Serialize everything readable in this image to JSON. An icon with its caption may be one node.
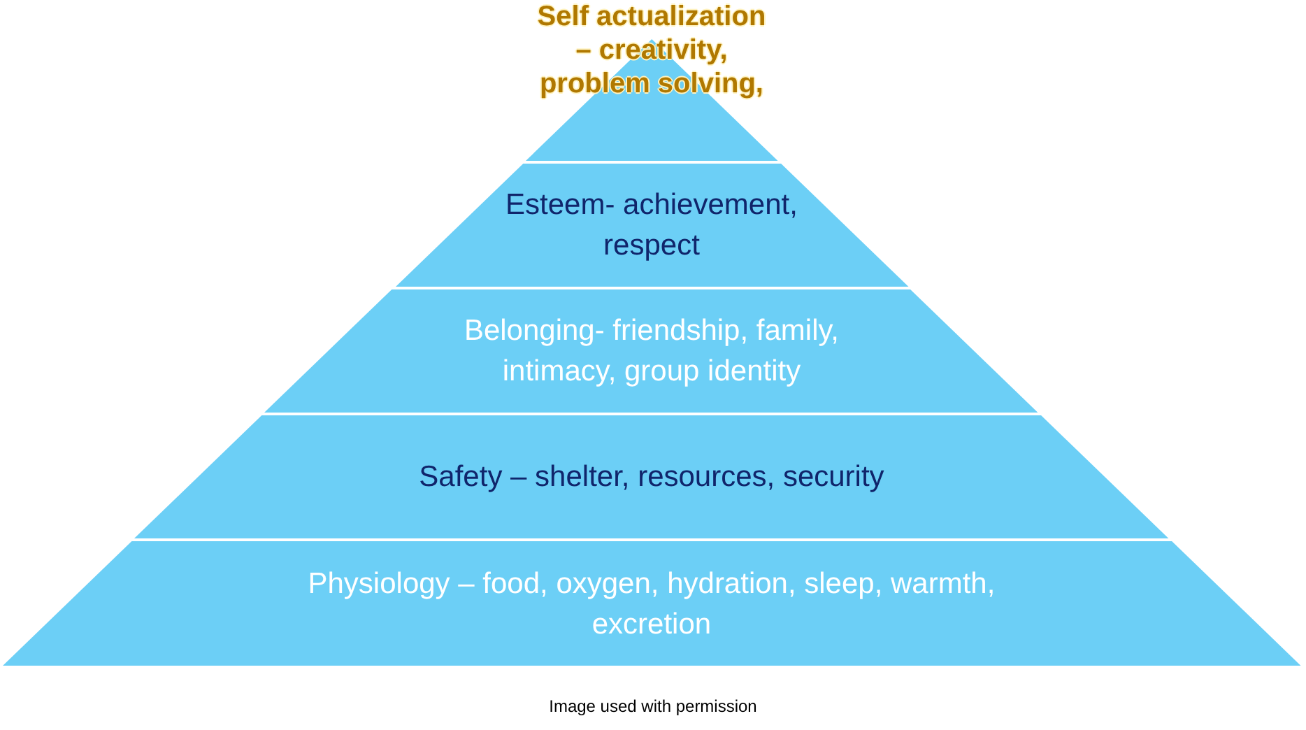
{
  "diagram": {
    "caption": "Image used with permission",
    "nodes": [
      {
        "text": [
          "Self actualization – creativity, problem solving,"
        ]
      },
      {
        "text": [
          "Esteem- achievement, respect"
        ]
      },
      {
        "text": [
          "Belonging- friendship, family, intimacy, group identity"
        ]
      },
      {
        "text": [
          "Safety – shelter, resources, security"
        ]
      },
      {
        "text": [
          "Physiology – food, oxygen, hydration, sleep, warmth, excretion"
        ]
      }
    ]
  }
}
